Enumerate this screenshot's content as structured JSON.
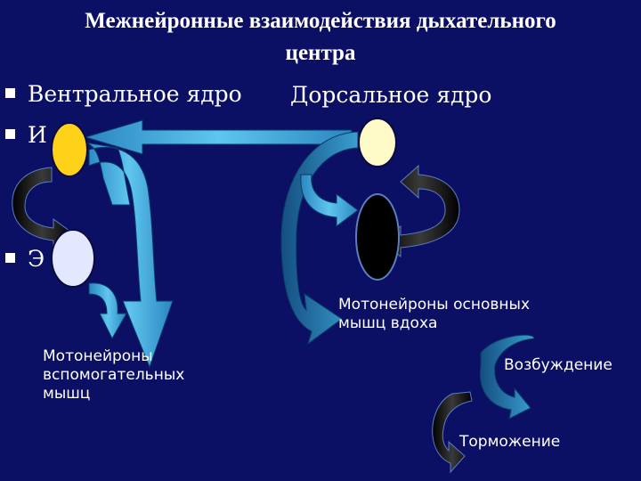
{
  "title_line1": "Межнейронные взаимодействия дыхательного",
  "title_line2": "центра",
  "bullets": {
    "ventral": "Вентральное ядро",
    "inspiratory": "И",
    "expiratory": "Э"
  },
  "dorsal": "Дорсальное ядро",
  "labels": {
    "aux_motoneurons": [
      "Мотонейроны",
      "вспомогательных",
      "мышц"
    ],
    "main_motoneurons": [
      "Мотонейроны основных",
      "мышц вдоха"
    ],
    "excitation": "Возбуждение",
    "inhibition": "Торможение"
  },
  "colors": {
    "background": "#0c1064",
    "inspiratory_neuron": "#ffd21a",
    "expiratory_neuron": "#e4e8ff",
    "dorsal_neuron_top": "#fffbc8",
    "dorsal_neuron_bottom": "#000000",
    "arrow_light": "#3cb4e6",
    "arrow_dark": "#1e6aa0"
  }
}
